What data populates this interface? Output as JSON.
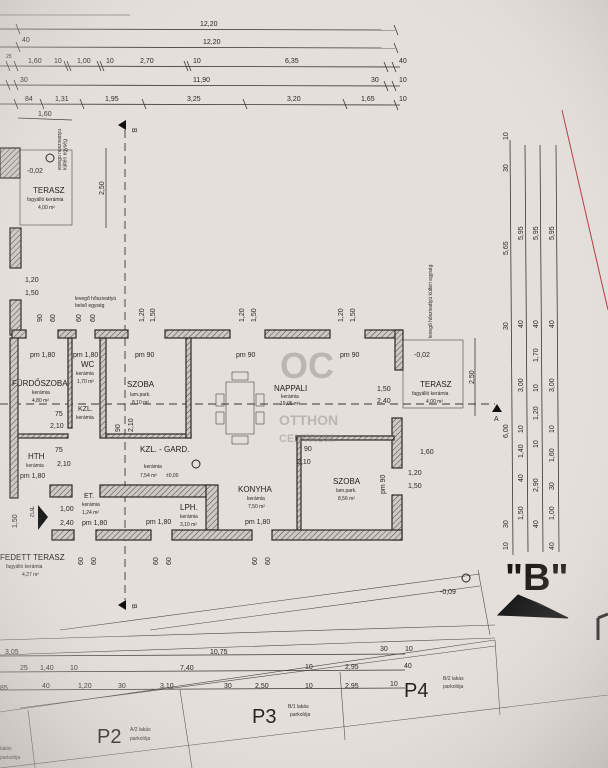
{
  "dimensions_top": {
    "row1": [
      "12,20"
    ],
    "row2": [
      "25",
      "40",
      "12,20"
    ],
    "row3": [
      "1,60",
      "10",
      "1,00",
      "10",
      "2,70",
      "10",
      "6,35",
      "40"
    ],
    "row4": [
      "30",
      "11,90",
      "30",
      "10"
    ],
    "row5": [
      "84",
      "1,31",
      "1,95",
      "3,25",
      "3,20",
      "1,65",
      "10"
    ]
  },
  "dimensions_right": {
    "col1": [
      "30",
      "10",
      "5,65",
      "30",
      "6,00",
      "30",
      "10"
    ],
    "col2": [
      "5,95",
      "40",
      "3,00",
      "10",
      "1,40",
      "40",
      "1,50"
    ],
    "col3": [
      "5,95",
      "40",
      "1,70",
      "10",
      "1,20",
      "10",
      "2,90",
      "40"
    ],
    "col4": [
      "5,95",
      "40",
      "3,00",
      "10",
      "1,60",
      "30",
      "1,00",
      "40"
    ]
  },
  "dimensions_bottom": {
    "row1": [
      "3,05",
      "10,75",
      "30",
      "10"
    ],
    "row2": [
      "25",
      "1,40",
      "10",
      "7,40",
      "10",
      "2,95",
      "40"
    ],
    "row3": [
      "85",
      "40",
      "1,20",
      "30",
      "3,10",
      "30",
      "2,50",
      "10",
      "2,95",
      "10"
    ]
  },
  "rooms": [
    {
      "name": "TERASZ",
      "floor": "fagyálló kerámia",
      "area": "4,00 m²"
    },
    {
      "name": "FÜRDŐSZOBA",
      "floor": "kerámia",
      "area": "4,80 m²"
    },
    {
      "name": "WC",
      "floor": "kerámia",
      "area": "1,70 m²"
    },
    {
      "name": "SZOBA",
      "floor": "lam.park.",
      "area": "8,10 m²"
    },
    {
      "name": "NAPPALI",
      "floor": "kerámia",
      "area": "19,05 m²"
    },
    {
      "name": "TERASZ",
      "floor": "fagyálló kerámia",
      "area": "4,00 m²"
    },
    {
      "name": "KZL.",
      "floor": "kerámia",
      "area": ""
    },
    {
      "name": "HTH",
      "floor": "kerámia",
      "area": ""
    },
    {
      "name": "KZL. - GARD.",
      "floor": "kerámia",
      "area": "7,54 m²",
      "level": "±0,00"
    },
    {
      "name": "KONYHA",
      "floor": "kerámia",
      "area": "7,50 m²"
    },
    {
      "name": "SZOBA",
      "floor": "lam.park.",
      "area": "8,56 m²"
    },
    {
      "name": "LPH.",
      "floor": "kerámia",
      "area": "3,10 m²"
    },
    {
      "name": "ET.",
      "floor": "kerámia",
      "area": "1,24 m²"
    },
    {
      "name": "FEDETT TERASZ",
      "floor": "fagyálló kerámia",
      "area": "4,27 m²"
    }
  ],
  "openings": {
    "pm_1_80": "pm 1,80",
    "pm_90": "pm 90",
    "d_75": "75",
    "d_90": "90",
    "d_2_10": "2,10",
    "w_1_20": "1,20",
    "w_1_50": "1,50",
    "w_2_40": "2,40",
    "w_1_00": "1,00",
    "w_60": "60",
    "w_1_60": "1,60",
    "w_2_50": "2,50"
  },
  "labels": {
    "heat_pump": "levegő hőszivattyú",
    "heat_pump_unit": "belső egység",
    "heat_pump_outdoor": "levegő hőszivattyú kültéri egység",
    "level_top": "-0,02",
    "level_right": "-0,02",
    "level_bottom": "-0,09",
    "section_a": "A",
    "section_b": "B",
    "building_mark": "\"B\"",
    "half_b": "\"B\"/2"
  },
  "parking": [
    {
      "id": "P2",
      "desc1": "A/2 lakás",
      "desc2": "parkolója"
    },
    {
      "id": "P3",
      "desc1": "B/1 lakás",
      "desc2": "parkolója"
    },
    {
      "id": "P4",
      "desc1": "B/2 lakás",
      "desc2": "parkolója"
    },
    {
      "id": "",
      "desc1": "lakás",
      "desc2": "parkolója"
    }
  ],
  "watermark": {
    "logo": "OC",
    "line1": "OTTHON",
    "line2": "CENTRUM"
  },
  "colors": {
    "paper": "#e4dfdb",
    "ink": "#2a2624",
    "red_line": "#b0303a"
  }
}
